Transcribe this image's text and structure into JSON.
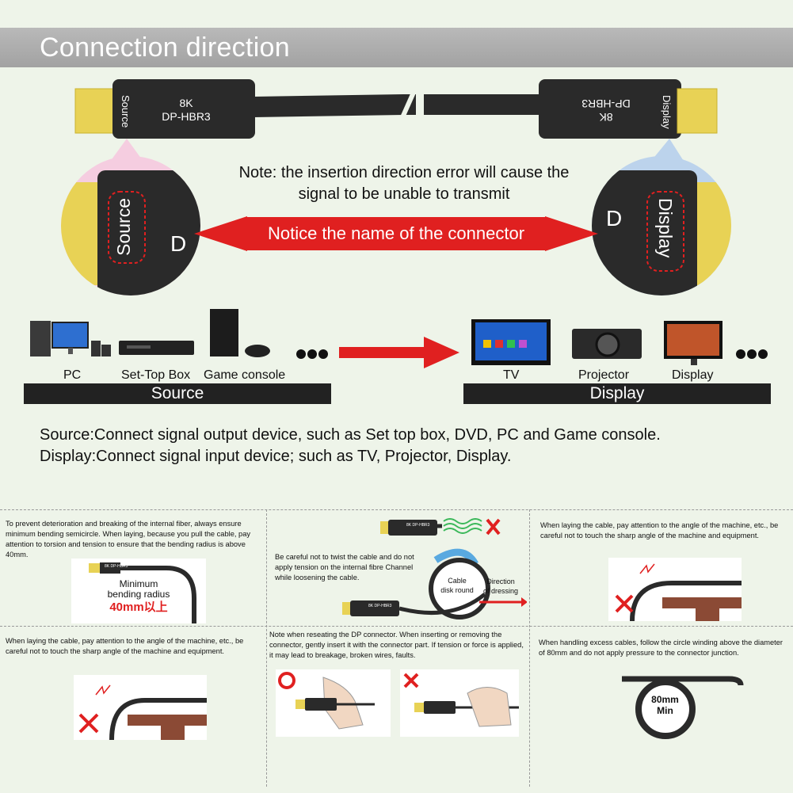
{
  "title": "Connection direction",
  "left_connector": {
    "side_label": "Source",
    "text_line1": "8K",
    "text_line2": "DP-HBR3"
  },
  "right_connector": {
    "side_label": "Display",
    "text_line1": "8K",
    "text_line2": "DP-HBR3"
  },
  "zoom_left": {
    "label": "Source",
    "letter": "D"
  },
  "zoom_right": {
    "label": "Display",
    "letter": "D"
  },
  "note": {
    "line1": "Note: the insertion direction error will cause the",
    "line2": "signal to be unable to transmit"
  },
  "banner": "Notice the name of the connector",
  "source_devices": [
    "PC",
    "Set-Top Box",
    "Game console"
  ],
  "display_devices": [
    "TV",
    "Projector",
    "Display"
  ],
  "source_bar": "Source",
  "display_bar": "Display",
  "description": {
    "line1": "Source:Connect signal output device, such as Set top box, DVD, PC and Game console.",
    "line2": "Display:Connect signal input device; such as TV, Projector, Display."
  },
  "tips": {
    "bend": {
      "text": "To prevent deterioration and breaking of the internal fiber, always ensure minimum bending semicircle. When laying, because you pull the cable, pay attention to torsion and tension to ensure that the bending radius is above 40mm.",
      "cable_label": "8K DP-HBR3",
      "label_line1": "Minimum",
      "label_line2": "bending radius",
      "label_value": "40mm以上"
    },
    "twist": {
      "text": "Be careful not to twist the cable and do not apply tension on the internal fibre Channel while loosening the cable.",
      "disk_label_line1": "Cable",
      "disk_label_line2": "disk round",
      "direction_line1": "Direction",
      "direction_line2": "of dressing",
      "cable_label_1": "8K DP-HBR3",
      "cable_label_2": "8K DP-HBR3"
    },
    "angle_top": {
      "text": "When laying the cable, pay attention to the angle of the machine, etc., be careful not to touch the sharp angle of the machine and equipment."
    },
    "angle_bottom": {
      "text": "When laying the cable, pay attention to the angle of the machine, etc., be careful not to touch the sharp angle of the machine and equipment."
    },
    "reseat": {
      "text": "Note when reseating the DP connector. When inserting or removing the connector, gently insert it with the connector part. If tension or force is applied, it may lead to breakage, broken wires, faults."
    },
    "excess": {
      "text": "When handling excess cables, follow the circle winding above the diameter of 80mm and do not apply pressure to the connector junction.",
      "circle_value": "80mm",
      "circle_min": "Min"
    }
  },
  "colors": {
    "red": "#e02020",
    "cable": "#2a2a2a",
    "gold": "#e8d255",
    "pink": "#f5cde0",
    "blue": "#bcd3ec"
  }
}
